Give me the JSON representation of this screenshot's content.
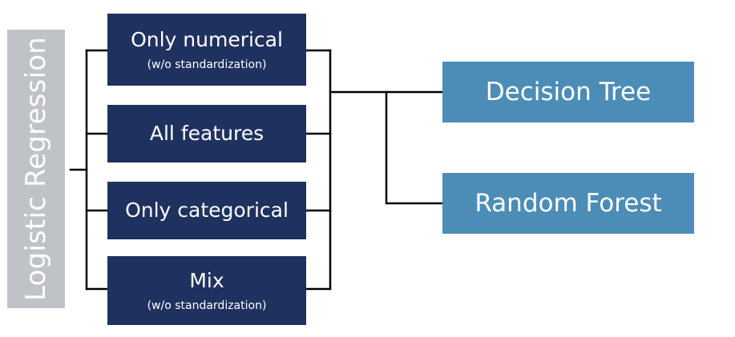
{
  "root": {
    "label": "Logistic Regression"
  },
  "feature_sets": [
    {
      "label": "Only numerical",
      "sublabel": "(w/o standardization)"
    },
    {
      "label": "All features"
    },
    {
      "label": "Only categorical"
    },
    {
      "label": "Mix",
      "sublabel": "(w/o standardization)"
    }
  ],
  "models": [
    {
      "label": "Decision Tree"
    },
    {
      "label": "Random Forest"
    }
  ],
  "colors": {
    "logistic_box": "#bfc3c8",
    "feature_box": "#1f315f",
    "model_box": "#4b8db7",
    "connector": "#000000",
    "text": "#ffffff"
  }
}
